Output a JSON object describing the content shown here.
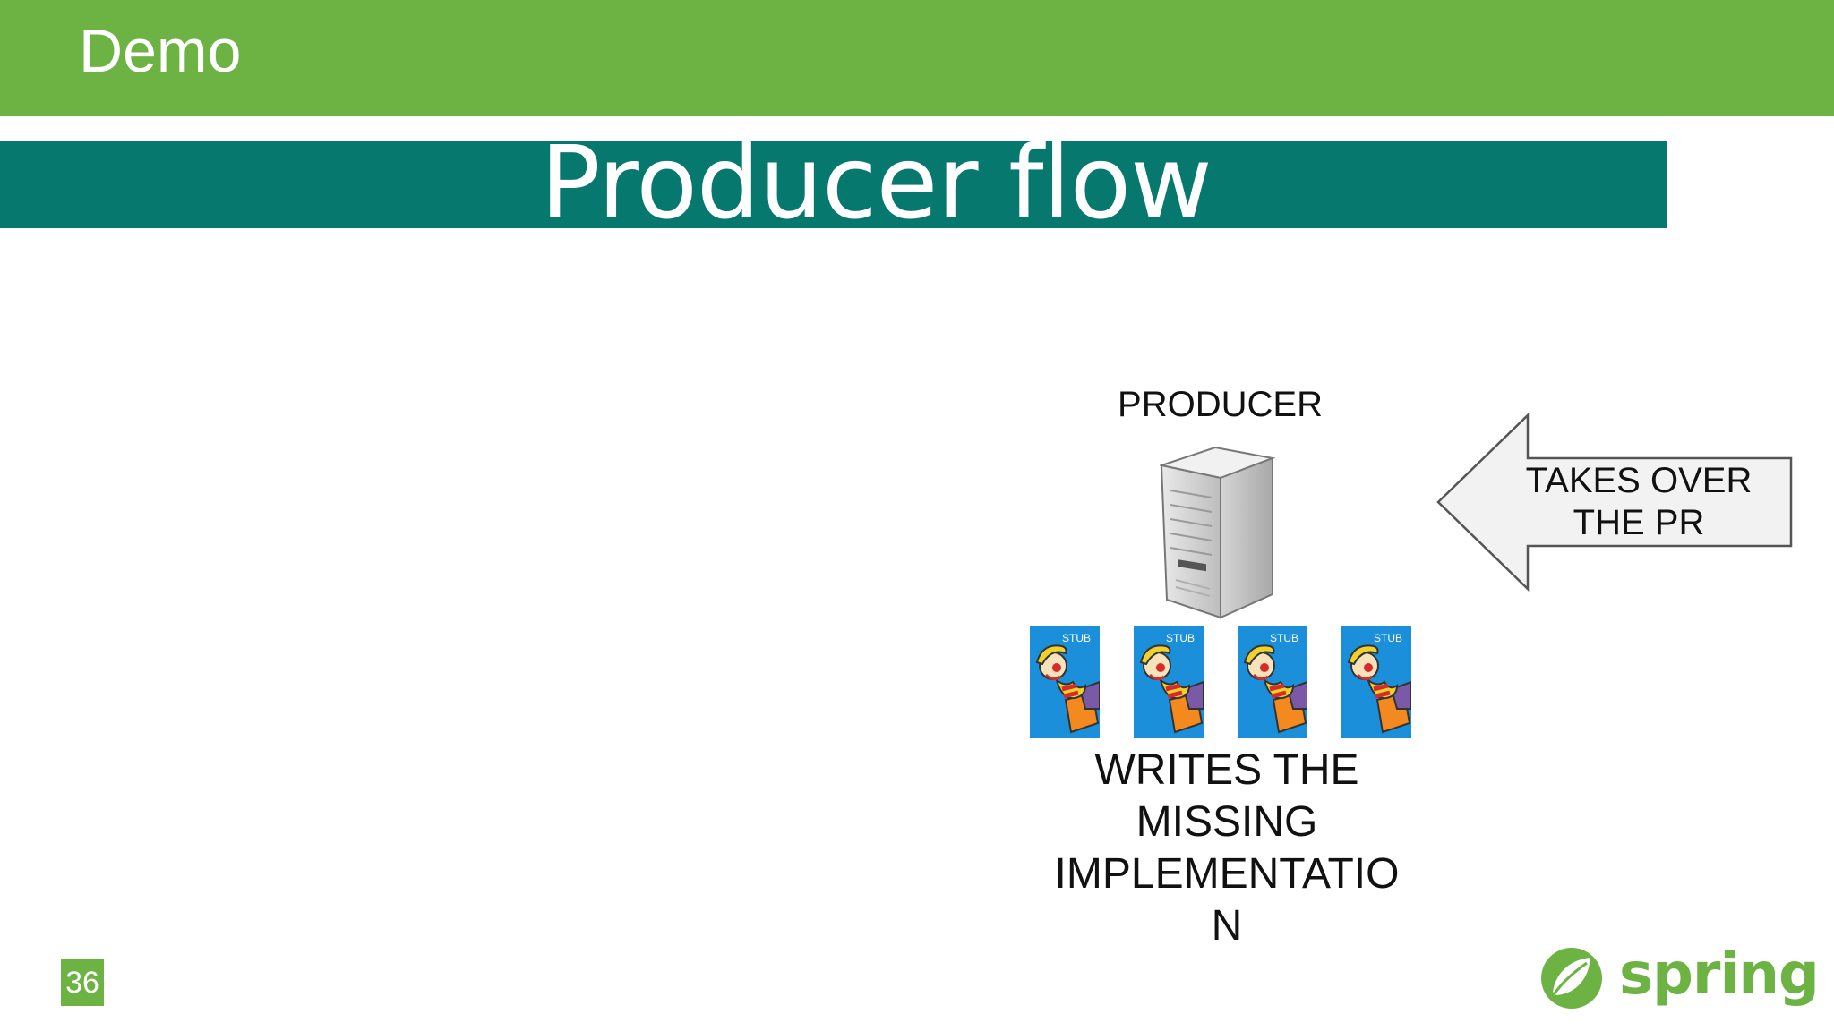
{
  "header": {
    "title": "Demo"
  },
  "slide": {
    "heading": "Producer flow",
    "producer_label": "PRODUCER",
    "stub_label": "STUB",
    "stub_count": 4,
    "caption_lines": [
      "WRITES THE",
      "MISSING",
      "IMPLEMENTATIO",
      "N"
    ],
    "callout_lines": [
      "TAKES OVER",
      "THE PR"
    ],
    "page_number": "36"
  },
  "logo": {
    "text": "spring"
  },
  "colors": {
    "brand_green": "#6db344",
    "teal": "#06786e",
    "stub_blue": "#1b8fd9"
  },
  "icons": {
    "server": "server-icon",
    "stub": "stub-jack-in-the-box-icon",
    "arrow": "left-arrow-callout",
    "logo": "spring-leaf-icon"
  }
}
